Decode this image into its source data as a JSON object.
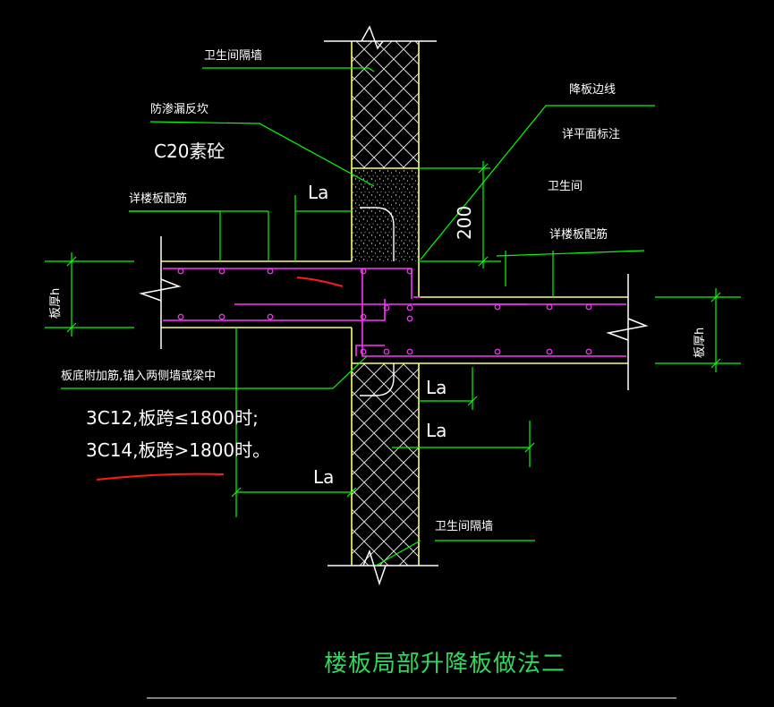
{
  "labels": {
    "wall_top": "卫生间隔墙",
    "waterproof_curb": "防渗漏反坎",
    "concrete_grade": "C20素砼",
    "slab_reinf_left": "详楼板配筋",
    "la_top": "La",
    "dim_200": "200",
    "slab_edge_line": "降板边线",
    "see_plan": "详平面标注",
    "bathroom": "卫生间",
    "slab_reinf_right": "详楼板配筋",
    "thickness_left": "板厚h",
    "thickness_right": "板厚h",
    "additional_bars": "板底附加筋,锚入两侧墙或梁中",
    "rule_1": "3C12,板跨≤1800时;",
    "rule_2": "3C14,板跨>1800时。",
    "la_right_1": "La",
    "la_right_2": "La",
    "la_bottom": "La",
    "wall_bottom": "卫生间隔墙"
  },
  "title": "楼板局部升降板做法二",
  "colors": {
    "background": "#000000",
    "leader": "#00ff00",
    "outline": "#ffff66",
    "rebar": "#ff33ff",
    "text": "#ffffff",
    "title": "#2fd75a",
    "annotation_mark": "#ff1a1a"
  }
}
